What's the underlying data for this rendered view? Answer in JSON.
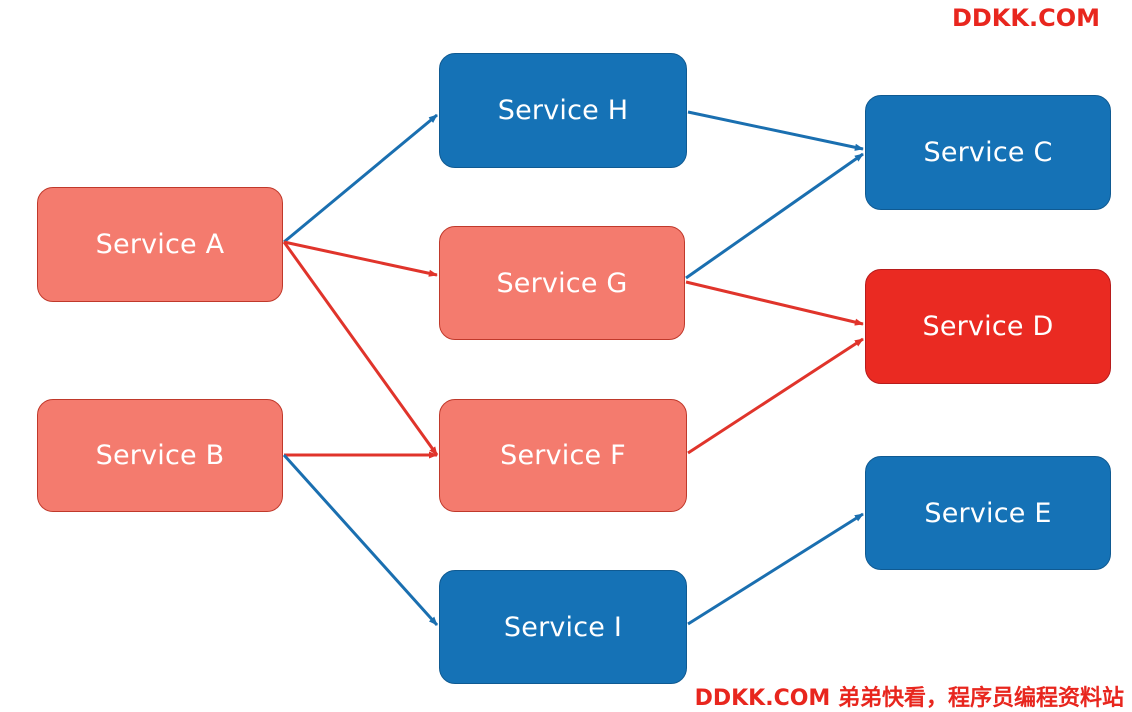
{
  "watermark_top": "DDKK.COM",
  "watermark_bottom": "DDKK.COM 弟弟快看，程序员编程资料站",
  "colors": {
    "blue": "#1572b6",
    "salmon": "#f47b6e",
    "red": "#ea2a22",
    "edge_blue": "#1a6fb0",
    "edge_red": "#e0342b"
  },
  "nodes": [
    {
      "id": "A",
      "label": "Service A",
      "color": "salmon"
    },
    {
      "id": "B",
      "label": "Service B",
      "color": "salmon"
    },
    {
      "id": "H",
      "label": "Service H",
      "color": "blue"
    },
    {
      "id": "G",
      "label": "Service G",
      "color": "salmon"
    },
    {
      "id": "F",
      "label": "Service F",
      "color": "salmon"
    },
    {
      "id": "I",
      "label": "Service I",
      "color": "blue"
    },
    {
      "id": "C",
      "label": "Service C",
      "color": "blue"
    },
    {
      "id": "D",
      "label": "Service D",
      "color": "red"
    },
    {
      "id": "E",
      "label": "Service E",
      "color": "blue"
    }
  ],
  "edges": [
    {
      "from": "A",
      "to": "H",
      "color": "blue"
    },
    {
      "from": "A",
      "to": "G",
      "color": "red"
    },
    {
      "from": "A",
      "to": "F",
      "color": "red"
    },
    {
      "from": "B",
      "to": "F",
      "color": "red"
    },
    {
      "from": "B",
      "to": "I",
      "color": "blue"
    },
    {
      "from": "H",
      "to": "C",
      "color": "blue"
    },
    {
      "from": "G",
      "to": "C",
      "color": "blue"
    },
    {
      "from": "G",
      "to": "D",
      "color": "red"
    },
    {
      "from": "F",
      "to": "D",
      "color": "red"
    },
    {
      "from": "I",
      "to": "E",
      "color": "blue"
    }
  ]
}
